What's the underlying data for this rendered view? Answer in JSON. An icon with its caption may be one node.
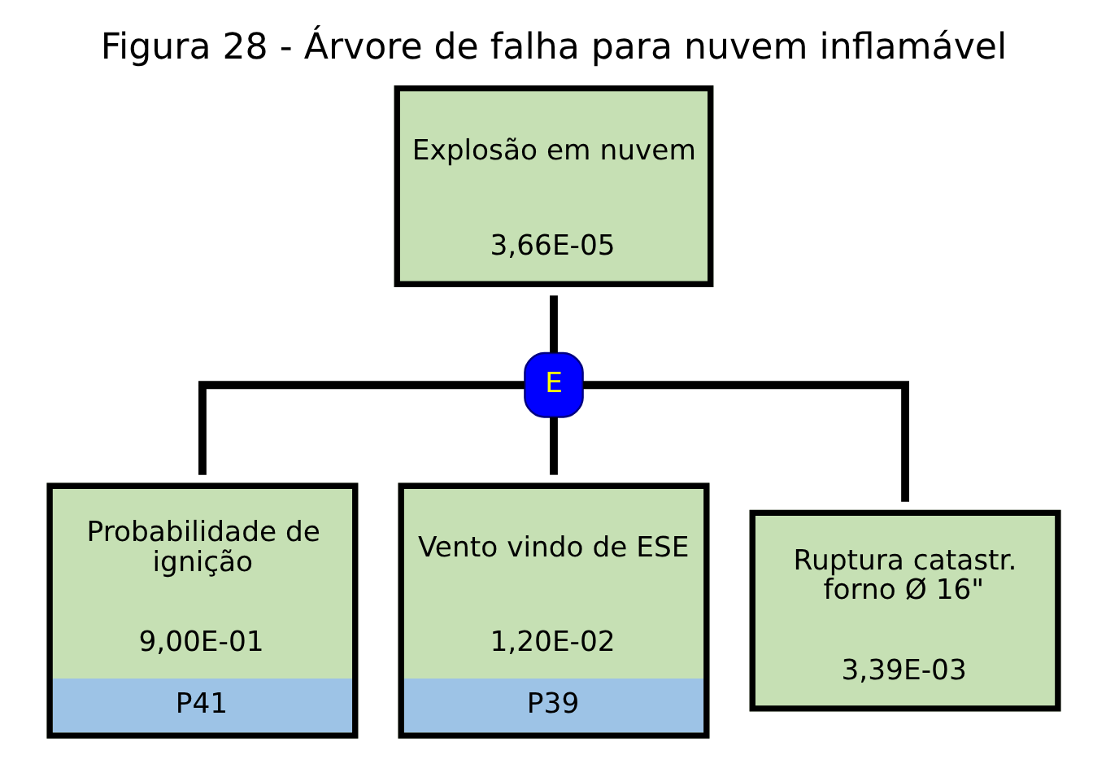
{
  "diagram": {
    "title": "Figura 28 - Árvore de falha para nuvem inflamável",
    "nodes": [
      {
        "text": [
          "Explosão em nuvem",
          "3,66E-05"
        ]
      },
      {
        "text": [
          "E"
        ]
      },
      {
        "text": [
          "Probabilidade de ignição",
          "9,00E-01",
          "P41"
        ]
      },
      {
        "text": [
          "Vento vindo de ESE",
          "1,20E-02",
          "P39"
        ]
      },
      {
        "text": [
          "Ruptura catastr. forno Ø 16\"",
          "3,39E-03"
        ]
      }
    ],
    "edges": [
      {
        "from": 0,
        "to": 1,
        "arrow": "none"
      },
      {
        "from": 1,
        "to": 2,
        "arrow": "none"
      },
      {
        "from": 1,
        "to": 3,
        "arrow": "none"
      },
      {
        "from": 1,
        "to": 4,
        "arrow": "none"
      }
    ]
  }
}
